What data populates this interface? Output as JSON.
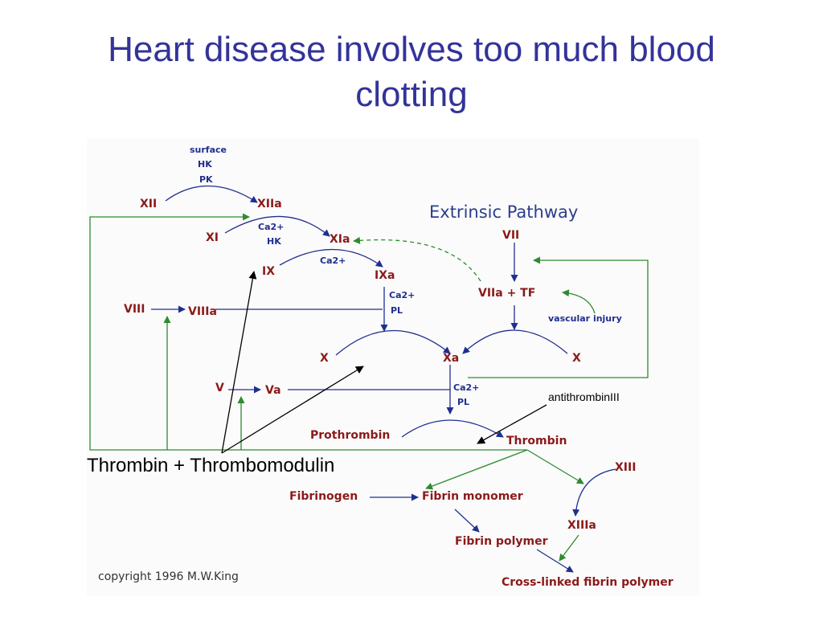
{
  "slide": {
    "title_line1": "Heart disease involves too much blood",
    "title_line2": "clotting"
  },
  "diagram": {
    "heading": "Extrinsic Pathway",
    "factors": {
      "xii": "XII",
      "xiia": "XIIa",
      "xi": "XI",
      "xia": "XIa",
      "ix": "IX",
      "ixa": "IXa",
      "viii": "VIII",
      "viiia": "VIIIa",
      "x_left": "X",
      "xa": "Xa",
      "x_right": "X",
      "v": "V",
      "va": "Va",
      "vii": "VII",
      "viia_tf": "VIIa + TF",
      "prothrombin": "Prothrombin",
      "thrombin": "Thrombin",
      "fibrinogen": "Fibrinogen",
      "fibrin_monomer": "Fibrin monomer",
      "fibrin_polymer": "Fibrin polymer",
      "xiii": "XIII",
      "xiiia": "XIIIa",
      "crosslinked": "Cross-linked fibrin polymer"
    },
    "cofactors": {
      "surface": "surface",
      "hk1": "HK",
      "pk": "PK",
      "ca_xi": "Ca2+",
      "hk2": "HK",
      "ca_ix": "Ca2+",
      "ca_ixa": "Ca2+",
      "pl_ixa": "PL",
      "ca_xa": "Ca2+",
      "pl_xa": "PL",
      "vascular_injury": "vascular injury"
    },
    "copyright": "copyright 1996 M.W.King",
    "colors": {
      "enzyme": "#8b1a1a",
      "cofactor": "#1f2f8f",
      "feedback": "#2e8b2e"
    }
  },
  "annotations": {
    "thrombomodulin": "Thrombin + Thrombomodulin",
    "antithrombin": "antithrombinIII"
  }
}
